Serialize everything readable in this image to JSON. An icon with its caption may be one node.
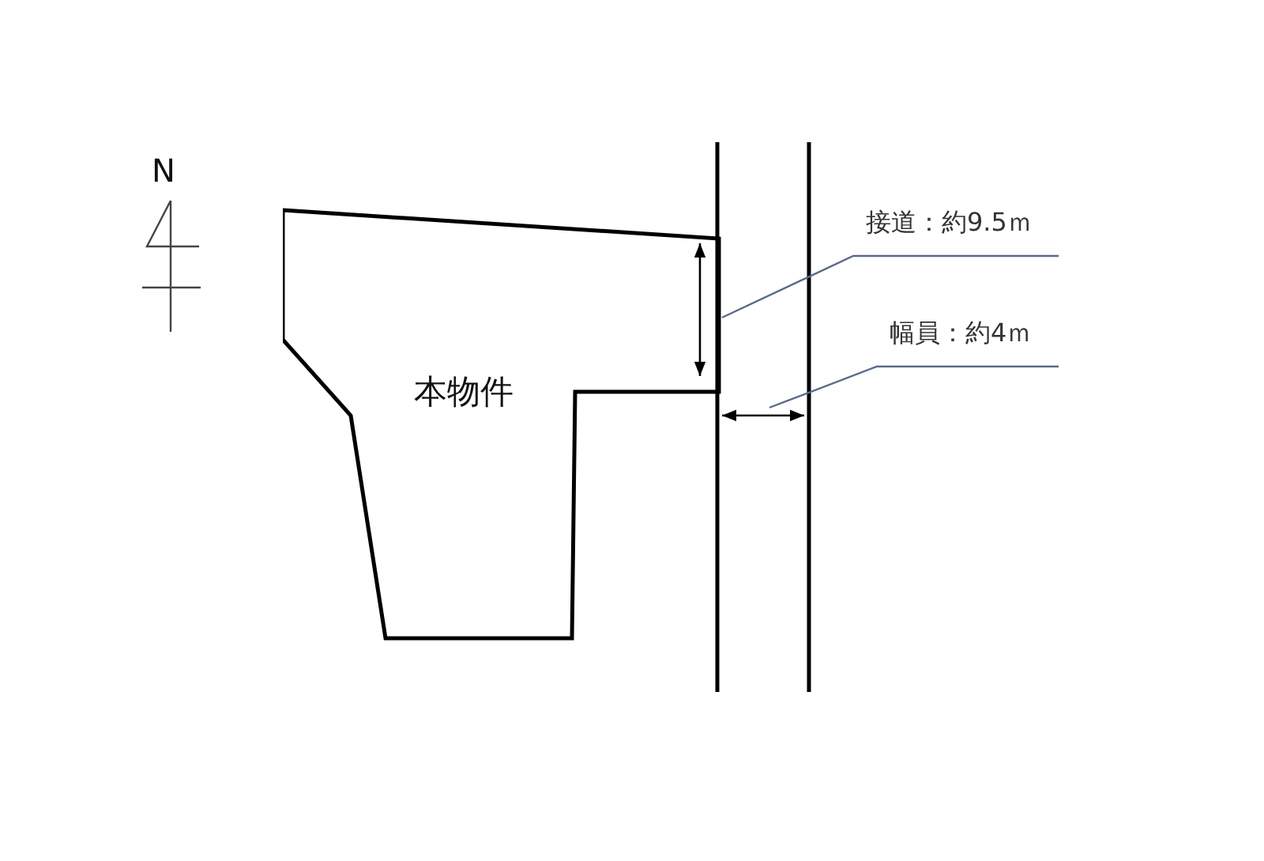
{
  "diagram": {
    "nodes": [
      {
        "text": [
          "本物件"
        ]
      },
      {
        "text": [
          "接道：約9.5ｍ"
        ]
      },
      {
        "text": [
          "幅員：約4ｍ"
        ]
      }
    ],
    "edges": [
      {
        "from": 1,
        "to": 0,
        "arrow": "none"
      },
      {
        "from": 2,
        "to": null,
        "arrow": "none"
      }
    ],
    "labels": [
      "N"
    ]
  }
}
